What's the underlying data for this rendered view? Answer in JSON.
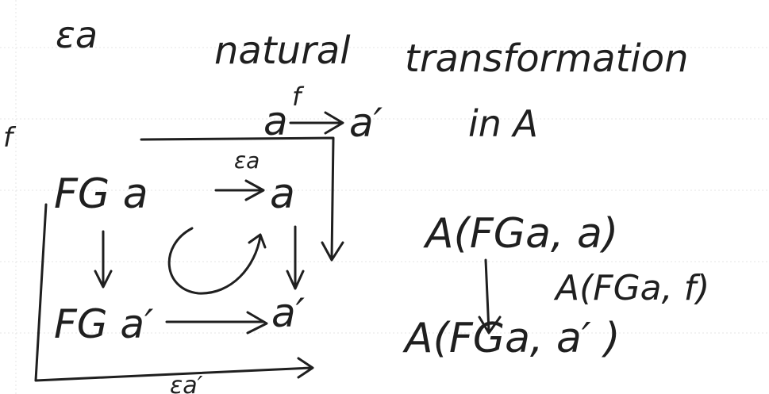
{
  "header": {
    "epsilon_a": "εa",
    "natural": "natural",
    "transformation": "transformation"
  },
  "arrow_f": {
    "left_label": "f",
    "source": "a",
    "label": "f",
    "target": "a′",
    "category_note": "in A"
  },
  "square": {
    "top_left": "FG a",
    "top_arrow_label": "εa",
    "top_right": "a",
    "bottom_left": "FG a′",
    "bottom_right": "a′",
    "bottom_arrow_label": "εa′"
  },
  "hom": {
    "top": "A(FGa, a)",
    "arrow_label": "A(FGa, f)",
    "bottom": "A(FGa, a′ )"
  },
  "colors": {
    "ink": "#1f1f1f",
    "paper": "#ffffff",
    "grid": "#e4e4e4"
  }
}
